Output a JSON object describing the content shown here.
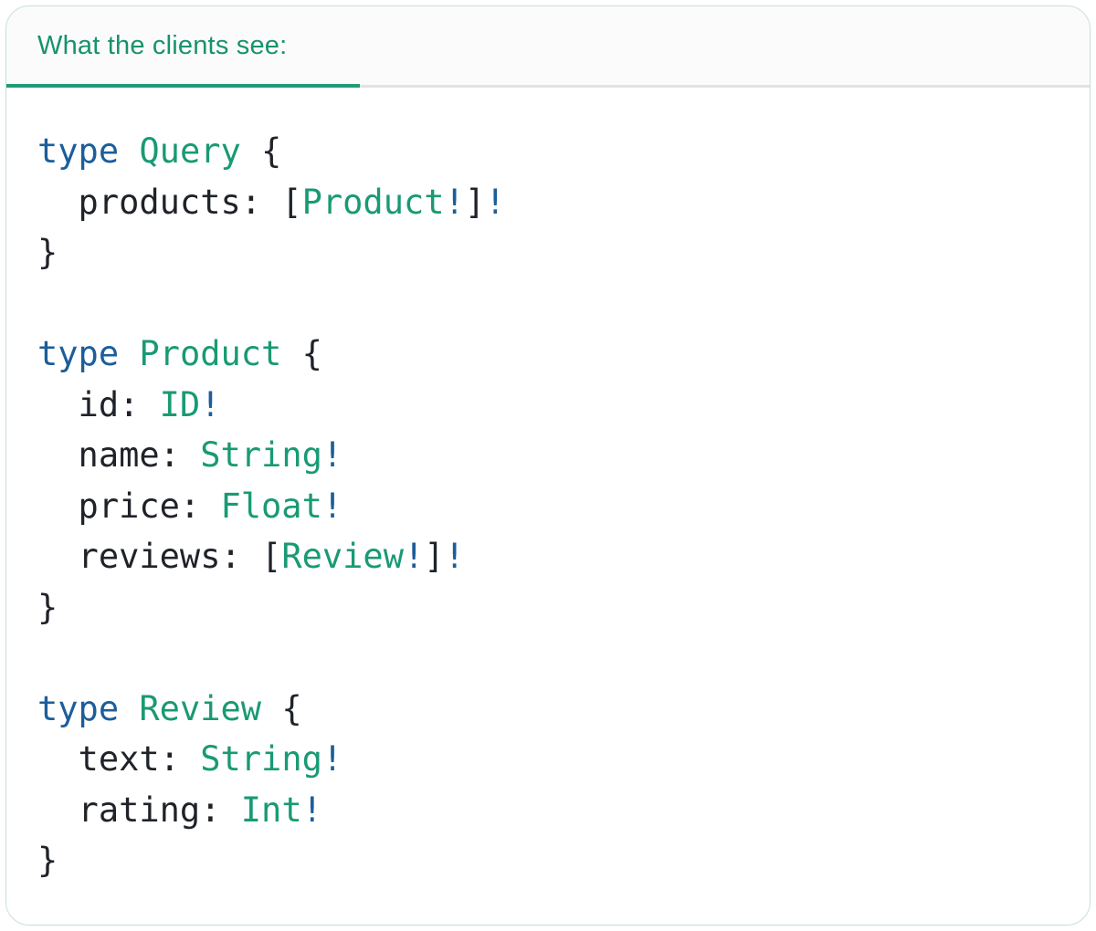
{
  "panel": {
    "tab_label": "What the clients see:"
  },
  "colors": {
    "keyword": "#1b5e9b",
    "type_name": "#199a74",
    "plain": "#1f2329",
    "accent_green": "#1f9c78",
    "title_green": "#18926d",
    "divider": "#e2e2e2",
    "panel_border": "#c8dfd0",
    "tab_bg": "#fbfbfb",
    "content_bg": "#ffffff"
  },
  "code": {
    "language": "graphql",
    "lines": [
      [
        {
          "t": "type",
          "c": "kw"
        },
        {
          "t": " ",
          "c": "plain"
        },
        {
          "t": "Query",
          "c": "type"
        },
        {
          "t": " {",
          "c": "plain"
        }
      ],
      [
        {
          "t": "  products: [",
          "c": "plain"
        },
        {
          "t": "Product",
          "c": "type"
        },
        {
          "t": "!",
          "c": "bang"
        },
        {
          "t": "]",
          "c": "plain"
        },
        {
          "t": "!",
          "c": "bang"
        }
      ],
      [
        {
          "t": "}",
          "c": "plain"
        }
      ],
      [],
      [
        {
          "t": "type",
          "c": "kw"
        },
        {
          "t": " ",
          "c": "plain"
        },
        {
          "t": "Product",
          "c": "type"
        },
        {
          "t": " {",
          "c": "plain"
        }
      ],
      [
        {
          "t": "  id: ",
          "c": "plain"
        },
        {
          "t": "ID",
          "c": "type"
        },
        {
          "t": "!",
          "c": "bang"
        }
      ],
      [
        {
          "t": "  name: ",
          "c": "plain"
        },
        {
          "t": "String",
          "c": "type"
        },
        {
          "t": "!",
          "c": "bang"
        }
      ],
      [
        {
          "t": "  price: ",
          "c": "plain"
        },
        {
          "t": "Float",
          "c": "type"
        },
        {
          "t": "!",
          "c": "bang"
        }
      ],
      [
        {
          "t": "  reviews: [",
          "c": "plain"
        },
        {
          "t": "Review",
          "c": "type"
        },
        {
          "t": "!",
          "c": "bang"
        },
        {
          "t": "]",
          "c": "plain"
        },
        {
          "t": "!",
          "c": "bang"
        }
      ],
      [
        {
          "t": "}",
          "c": "plain"
        }
      ],
      [],
      [
        {
          "t": "type",
          "c": "kw"
        },
        {
          "t": " ",
          "c": "plain"
        },
        {
          "t": "Review",
          "c": "type"
        },
        {
          "t": " {",
          "c": "plain"
        }
      ],
      [
        {
          "t": "  text: ",
          "c": "plain"
        },
        {
          "t": "String",
          "c": "type"
        },
        {
          "t": "!",
          "c": "bang"
        }
      ],
      [
        {
          "t": "  rating: ",
          "c": "plain"
        },
        {
          "t": "Int",
          "c": "type"
        },
        {
          "t": "!",
          "c": "bang"
        }
      ],
      [
        {
          "t": "}",
          "c": "plain"
        }
      ]
    ]
  }
}
